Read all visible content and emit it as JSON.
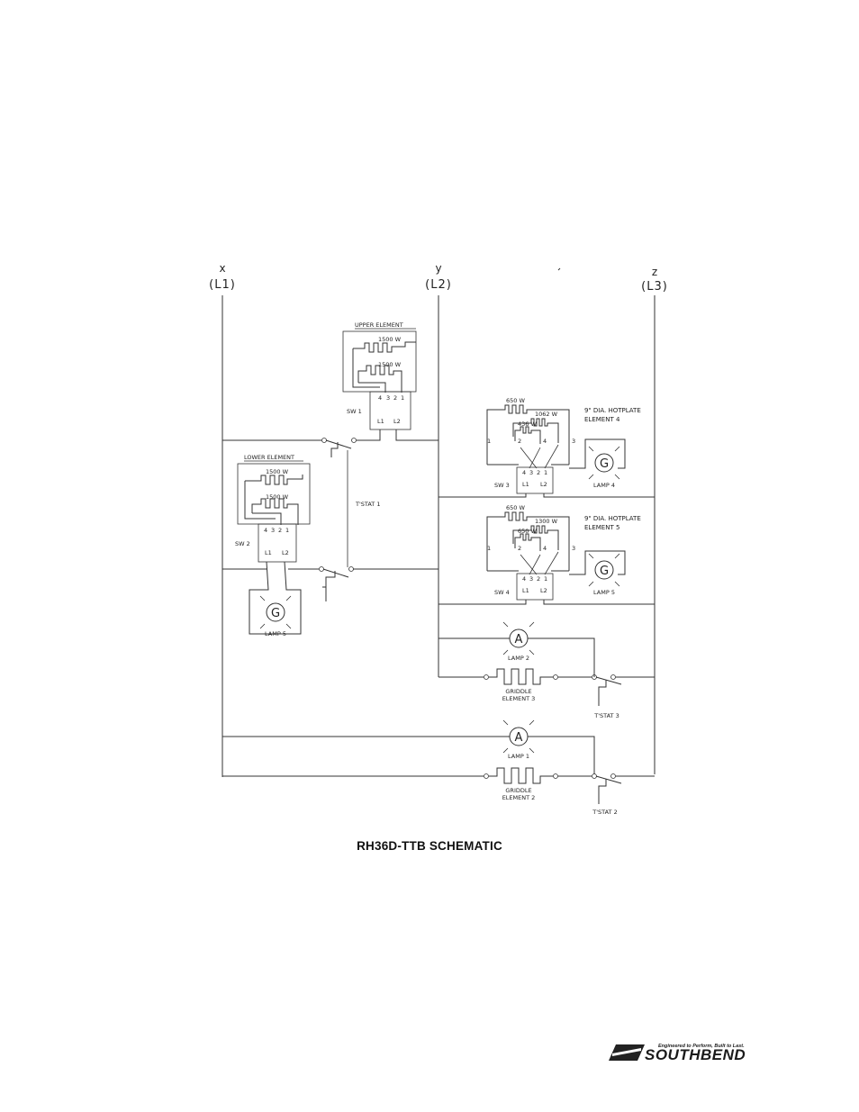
{
  "title": "RH36D-TTB SCHEMATIC",
  "lines": [
    {
      "letter": "x",
      "code": "(L1)"
    },
    {
      "letter": "y",
      "code": "(L2)"
    },
    {
      "letter": "z",
      "code": "(L3)"
    }
  ],
  "components": {
    "upper_element": {
      "label": "UPPER ELEMENT",
      "rating_top": "1500 W",
      "rating_bottom": "1500 W"
    },
    "lower_element": {
      "label": "LOWER ELEMENT",
      "rating_top": "1500 W",
      "rating_bottom": "1500 W"
    },
    "sw1": {
      "label": "SW 1",
      "terminals": [
        "4",
        "3",
        "2",
        "1"
      ],
      "line_terminals": [
        "L1",
        "L2"
      ]
    },
    "sw2": {
      "label": "SW 2",
      "terminals": [
        "4",
        "3",
        "2",
        "1"
      ],
      "line_terminals": [
        "L1",
        "L2"
      ]
    },
    "sw3": {
      "label": "SW 3",
      "terminals": [
        "4",
        "3",
        "2",
        "1"
      ],
      "line_terminals": [
        "L1",
        "L2"
      ]
    },
    "sw4": {
      "label": "SW 4",
      "terminals": [
        "4",
        "3",
        "2",
        "1"
      ],
      "line_terminals": [
        "L1",
        "L2"
      ]
    },
    "tstat1": {
      "label": "T'STAT 1"
    },
    "tstat2": {
      "label": "T'STAT 2"
    },
    "tstat3": {
      "label": "T'STAT 3"
    },
    "hotplate4": {
      "label_line1": "9\" DIA. HOTPLATE",
      "label_line2": "ELEMENT 4",
      "r1": "650 W",
      "r2": "1062 W",
      "r3": "436 W",
      "taps": [
        "1",
        "2",
        "3",
        "4"
      ]
    },
    "hotplate5": {
      "label_line1": "9\" DIA. HOTPLATE",
      "label_line2": "ELEMENT 5",
      "r1": "650 W",
      "r2": "1300 W",
      "r3": "650 W",
      "taps": [
        "1",
        "2",
        "3",
        "4"
      ]
    },
    "griddle3": {
      "label_line1": "GRIDDLE",
      "label_line2": "ELEMENT 3"
    },
    "griddle2": {
      "label_line1": "GRIDDLE",
      "label_line2": "ELEMENT 2"
    },
    "lamp_g_left": {
      "letter": "G",
      "label": "LAMP 5"
    },
    "lamp4": {
      "letter": "G",
      "label": "LAMP 4"
    },
    "lamp5": {
      "letter": "G",
      "label": "LAMP 5"
    },
    "lamp2": {
      "letter": "A",
      "label": "LAMP 2"
    },
    "lamp1": {
      "letter": "A",
      "label": "LAMP 1"
    }
  },
  "brand": {
    "name": "SOUTHBEND",
    "tagline": "Engineered to Perform, Built to Last."
  }
}
